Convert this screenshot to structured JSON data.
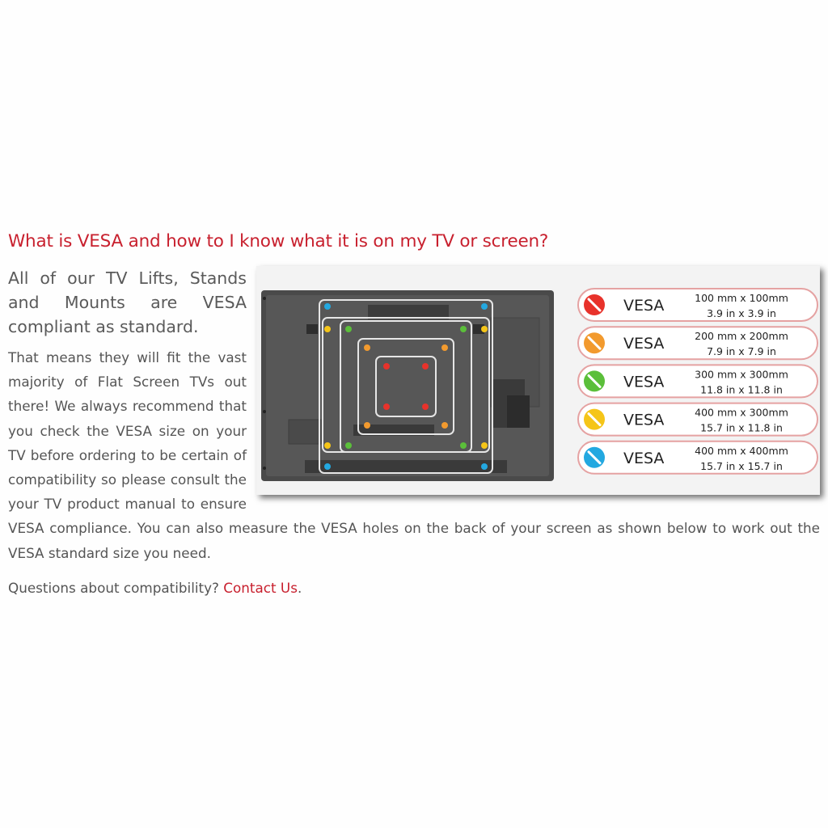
{
  "heading": "What is VESA and how to I know what it is on my TV or screen?",
  "lead": "All of our TV Lifts, Stands and Mounts are VESA compliant as standard.",
  "body": "That means they will fit the vast majority of Flat Screen TVs out there! We always recommend that you check the VESA size on your TV before ordering to be certain of compatibility so please consult the your TV product manual to ensure VESA compliance. You can also measure the VESA holes on the back of your screen as shown below to work out the VESA standard size you need.",
  "questions": {
    "text": "Questions about compatibility? ",
    "link_label": "Contact Us",
    "suffix": "."
  },
  "figure": {
    "legend": [
      {
        "label": "VESA",
        "metric": "100 mm x 100mm",
        "imperial": "3.9 in x 3.9 in",
        "color": "#e8322b"
      },
      {
        "label": "VESA",
        "metric": "200 mm x 200mm",
        "imperial": "7.9 in x 7.9 in",
        "color": "#f29a2e"
      },
      {
        "label": "VESA",
        "metric": "300 mm x 300mm",
        "imperial": "11.8 in x 11.8 in",
        "color": "#5bbf3a"
      },
      {
        "label": "VESA",
        "metric": "400 mm x 300mm",
        "imperial": "15.7 in x 11.8 in",
        "color": "#f5c518"
      },
      {
        "label": "VESA",
        "metric": "400 mm x 400mm",
        "imperial": "15.7 in x 15.7 in",
        "color": "#23a8e0"
      }
    ]
  },
  "colors": {
    "accent": "#c8202e",
    "text": "#555555"
  }
}
